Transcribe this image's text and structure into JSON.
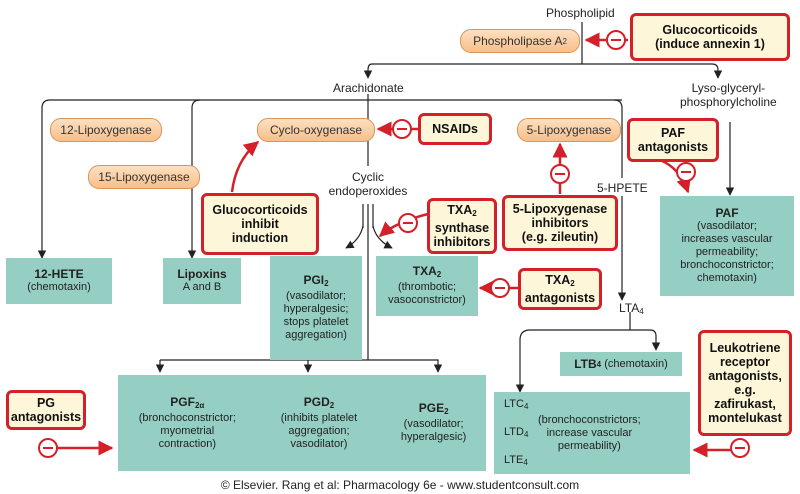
{
  "nodes": {
    "phospholipid": "Phospholipid",
    "arachidonate": "Arachidonate",
    "lyso_line1": "Lyso-glyceryl-",
    "lyso_line2": "phosphorylcholine",
    "cyclic_line1": "Cyclic",
    "cyclic_line2": "endoperoxides",
    "hpete": "5-HPETE",
    "lta4": "LTA",
    "lta4_sub": "4"
  },
  "enzymes": {
    "phospholipase": "Phospholipase A",
    "phospholipase_sub": "2",
    "lipox12": "12-Lipoxygenase",
    "lipox15": "15-Lipoxygenase",
    "cox": "Cyclo-oxygenase",
    "lipox5": "5-Lipoxygenase"
  },
  "inhibitors": {
    "glucocorticoids_top": {
      "line1": "Glucocorticoids",
      "line2": "(induce annexin 1)"
    },
    "nsaids": "NSAIDs",
    "glucocorticoids_cox": {
      "line1": "Glucocorticoids",
      "line2": "inhibit",
      "line3": "induction"
    },
    "txa2_synthase": {
      "line1": "TXA",
      "sub": "2",
      "line2": "synthase",
      "line3": "inhibitors"
    },
    "lipox5_inhib": {
      "line1": "5-Lipoxygenase",
      "line2": "inhibitors",
      "line3": "(e.g. zileutin)"
    },
    "paf_antag": {
      "line1": "PAF",
      "line2": "antagonists"
    },
    "txa2_antag": {
      "line1": "TXA",
      "sub": "2",
      "line2": "antagonists"
    },
    "pg_antag": {
      "line1": "PG",
      "line2": "antagonists"
    },
    "leukotriene_antag": {
      "line1": "Leukotriene",
      "line2": "receptor",
      "line3": "antagonists,",
      "line4": "e.g.",
      "line5": "zafirukast,",
      "line6": "montelukast"
    }
  },
  "products": {
    "hete": {
      "name": "12-HETE",
      "desc": "(chemotaxin)"
    },
    "lipoxins": {
      "name": "Lipoxins",
      "desc": "A and B"
    },
    "pgi2": {
      "name": "PGI",
      "sub": "2",
      "d1": "(vasodilator;",
      "d2": "hyperalgesic;",
      "d3": "stops platelet",
      "d4": "aggregation)"
    },
    "txa2": {
      "name": "TXA",
      "sub": "2",
      "d1": "(thrombotic;",
      "d2": "vasoconstrictor)"
    },
    "paf": {
      "name": "PAF",
      "d1": "(vasodilator;",
      "d2": "increases vascular",
      "d3": "permeability;",
      "d4": "bronchoconstrictor;",
      "d5": "chemotaxin)"
    },
    "ltb4": {
      "name": "LTB",
      "sub": "4",
      "desc": "(chemotaxin)"
    },
    "pgf2a": {
      "name": "PGF",
      "sub": "2α",
      "d1": "(bronchoconstrictor;",
      "d2": "myometrial",
      "d3": "contraction)"
    },
    "pgd2": {
      "name": "PGD",
      "sub": "2",
      "d1": "(inhibits platelet",
      "d2": "aggregation;",
      "d3": "vasodilator)"
    },
    "pge2": {
      "name": "PGE",
      "sub": "2",
      "d1": "(vasodilator;",
      "d2": "hyperalgesic)"
    },
    "cysteinyl": {
      "ltc": "LTC",
      "ltd": "LTD",
      "lte": "LTE",
      "sub": "4",
      "d1": "(bronchoconstrictors;",
      "d2": "increase vascular",
      "d3": "permeability)"
    }
  },
  "footer": "© Elsevier. Rang et al: Pharmacology 6e - www.studentconsult.com",
  "colors": {
    "inhibitor_border": "#d42129",
    "product_bg": "#95cfc3",
    "enzyme_bg": "#f7bf8b",
    "inhibitor_bg": "#fdf6d8"
  }
}
